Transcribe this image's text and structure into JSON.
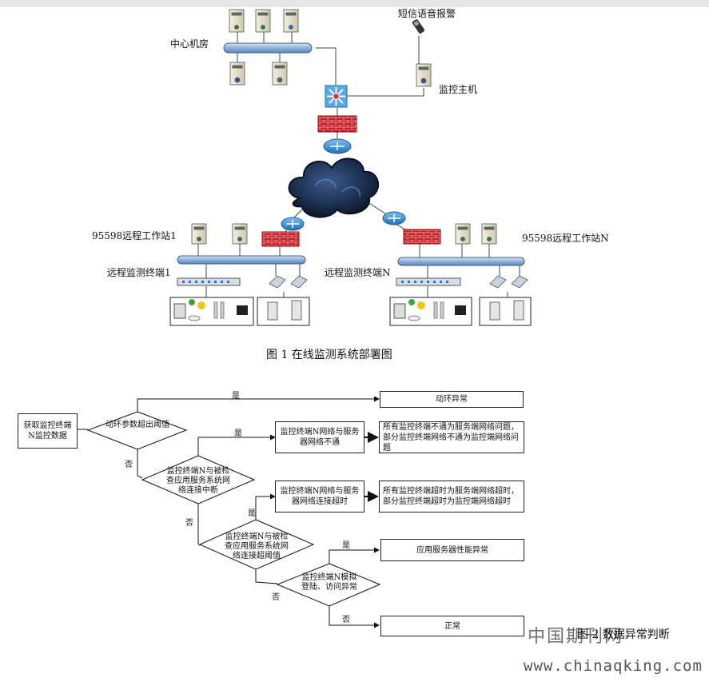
{
  "figure1": {
    "labels": {
      "center_room": "中心机房",
      "sms_alarm": "短信语音报警",
      "monitor_host": "监控主机",
      "ws1": "95598远程工作站1",
      "wsN": "95598远程工作站N",
      "term1": "远程监测终端1",
      "termN": "远程监测终端N"
    },
    "caption": "图 1  在线监测系统部署图"
  },
  "figure2": {
    "start": "获取监控终端N监控数据",
    "d1": "动环参数超出阈值",
    "d2": "监控终端N与被检查应用服务系统网络连接中断",
    "d3": "监控终端N与被检查应用服务系统网络连接超阈值",
    "d4": "监控终端N模拟登陆、访问异常",
    "r1": "动环异常",
    "m2": "监控终端N网络与服务器网络不通",
    "r2": "所有监控终端不通为服务端网络问题，部分监控终端网络不通为监控端网络问题",
    "m3": "监控终端N网络与服务器网络连接超时",
    "r3": "所有监控终端超时为服务端网络超时，部分监控终端超时为监控端网络超时",
    "r4": "应用服务器性能异常",
    "r5": "正常",
    "yes": "是",
    "no": "否",
    "caption": "图 2  数据异常判断"
  },
  "watermark": {
    "line1": "中国期刊网",
    "line2": "www.chinaqking.com"
  }
}
